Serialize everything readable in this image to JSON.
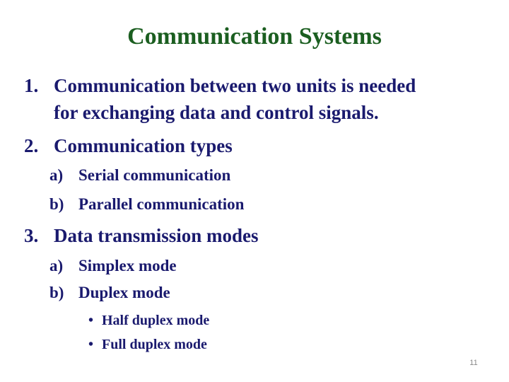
{
  "slide": {
    "title": "Communication Systems",
    "items": [
      {
        "number": "1.",
        "lines": [
          "Communication between two units is needed",
          "for exchanging data and control signals."
        ]
      },
      {
        "number": "2.",
        "text": "Communication types",
        "subitems": [
          {
            "marker": "a)",
            "text": "Serial communication"
          },
          {
            "marker": "b)",
            "text": "Parallel communication"
          }
        ]
      },
      {
        "number": "3.",
        "text": "Data transmission modes",
        "subitems": [
          {
            "marker": "a)",
            "text": "Simplex mode"
          },
          {
            "marker": "b)",
            "text": "Duplex mode",
            "bullets": [
              {
                "marker": "•",
                "text": "Half duplex mode"
              },
              {
                "marker": "•",
                "text": "Full duplex mode"
              }
            ]
          }
        ]
      }
    ],
    "page_number": "11"
  },
  "colors": {
    "title": "#1b5e20",
    "body_text": "#1a1a6e",
    "page_number": "#8a8a8a",
    "background": "#ffffff"
  }
}
